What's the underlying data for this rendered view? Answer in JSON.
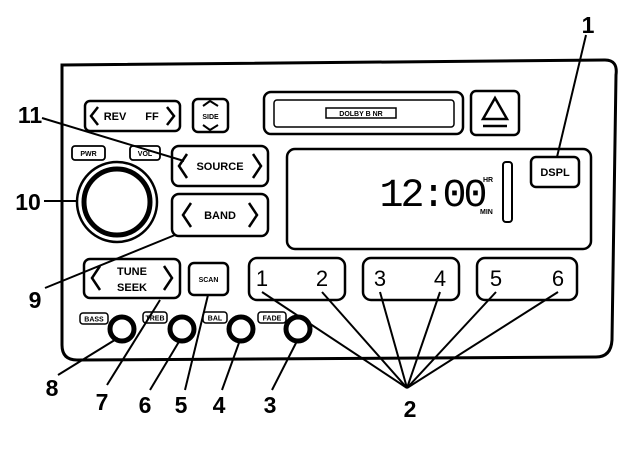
{
  "radio": {
    "rev_label": "REV",
    "ff_label": "FF",
    "side_label": "SIDE",
    "cassette_brand": "DOLBY B NR",
    "pwr_label": "PWR",
    "vol_label": "VOL",
    "source_label": "SOURCE",
    "band_label": "BAND",
    "tune_label": "TUNE",
    "seek_label": "SEEK",
    "scan_label": "SCAN",
    "dspl_label": "DSPL",
    "clock": "12:00",
    "hr_label": "HR",
    "min_label": "MIN",
    "presets": [
      "1",
      "2",
      "3",
      "4",
      "5",
      "6"
    ],
    "knob_labels": [
      "BASS",
      "TREB",
      "BAL",
      "FADE"
    ]
  },
  "callouts": [
    "1",
    "2",
    "3",
    "4",
    "5",
    "6",
    "7",
    "8",
    "9",
    "10",
    "11"
  ]
}
